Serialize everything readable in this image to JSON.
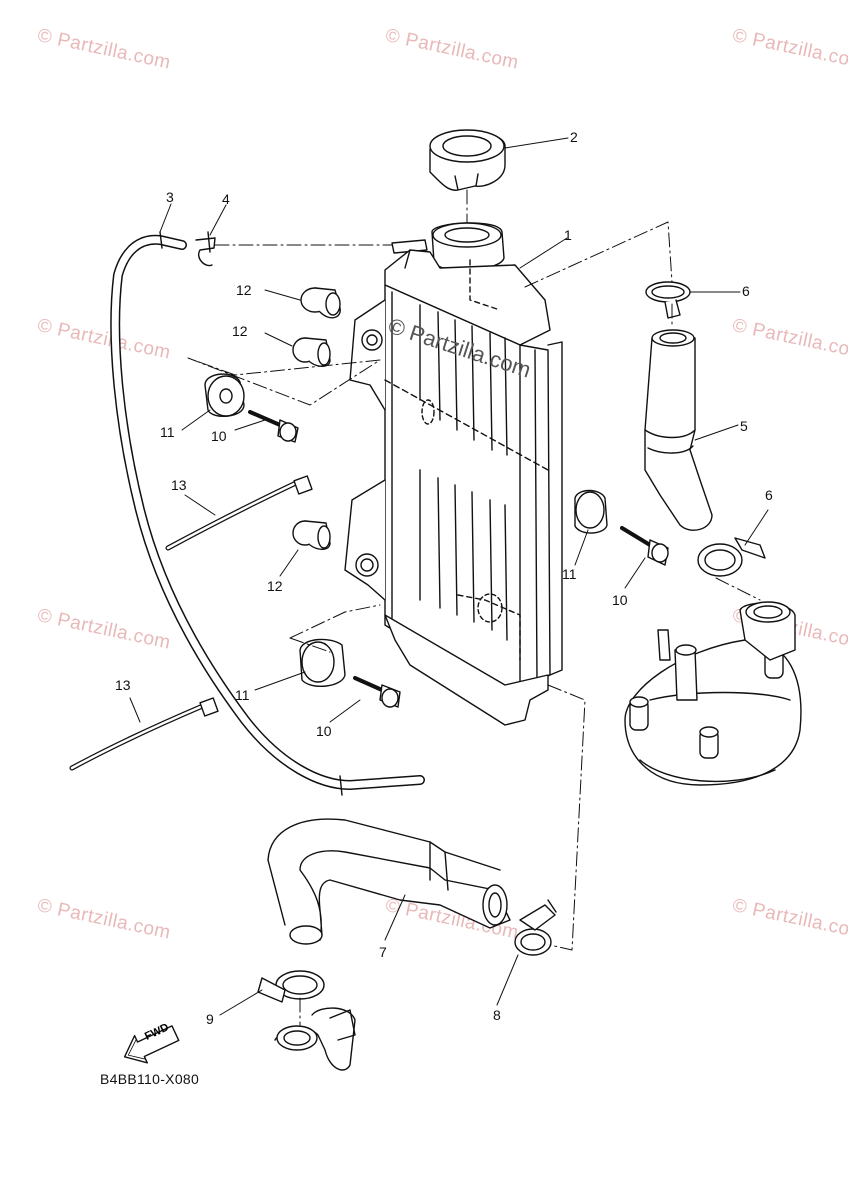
{
  "watermark": {
    "text": "© Partzilla.com"
  },
  "center_watermark": {
    "text": "© Partzilla.com"
  },
  "diagram_code": "B4BB110-X080",
  "fwd_label": "FWD",
  "callouts": [
    "1",
    "2",
    "3",
    "4",
    "5",
    "6",
    "6",
    "7",
    "8",
    "9",
    "10",
    "10",
    "10",
    "11",
    "11",
    "11",
    "12",
    "12",
    "12",
    "13",
    "13"
  ]
}
